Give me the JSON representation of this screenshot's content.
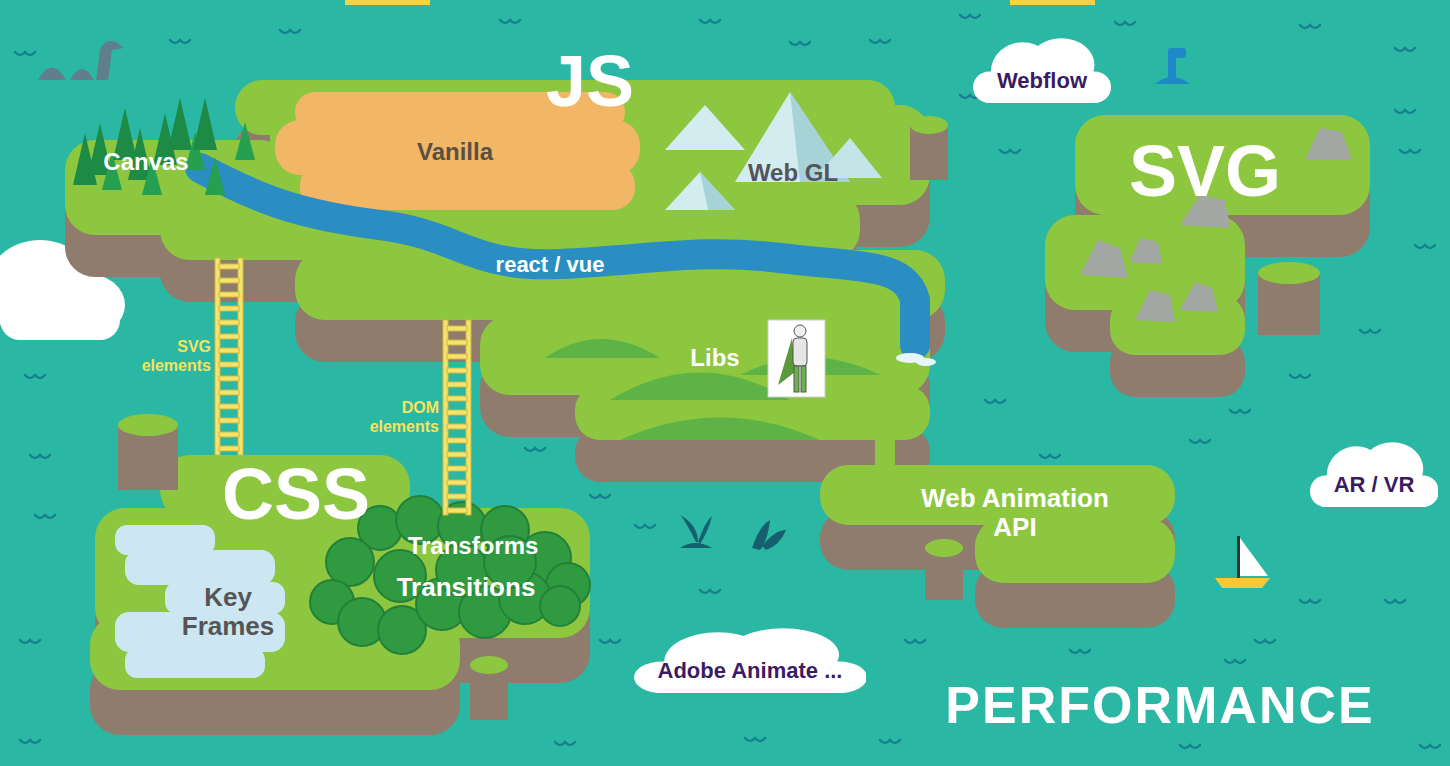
{
  "diagram": {
    "nodes": [
      {
        "text": [
          "JS"
        ]
      },
      {
        "text": [
          "Canvas"
        ],
        "in": 0
      },
      {
        "text": [
          "Vanilla"
        ],
        "in": 0
      },
      {
        "text": [
          "Web GL"
        ],
        "in": 0
      },
      {
        "text": [
          "react / vue"
        ],
        "in": 0
      },
      {
        "text": [
          "Libs"
        ],
        "in": 0
      },
      {
        "text": [
          "Webflow"
        ]
      },
      {
        "text": [
          "SVG"
        ]
      },
      {
        "text": [
          "CSS"
        ]
      },
      {
        "text": [
          "Key Frames"
        ],
        "in": 8
      },
      {
        "text": [
          "Transforms",
          "Transitions"
        ],
        "in": 8
      },
      {
        "text": [
          "Web Animation API"
        ]
      },
      {
        "text": [
          "AR / VR"
        ]
      },
      {
        "text": [
          "Adobe Animate ..."
        ]
      }
    ],
    "edges": [
      {
        "from": 0,
        "to": 8,
        "label": "SVG elements",
        "arrow": "none"
      },
      {
        "from": 0,
        "to": 10,
        "label": "DOM elements",
        "arrow": "none"
      },
      {
        "from": 5,
        "to": 11,
        "arrow": "none"
      }
    ],
    "labels": [
      "PERFORMANCE"
    ]
  }
}
